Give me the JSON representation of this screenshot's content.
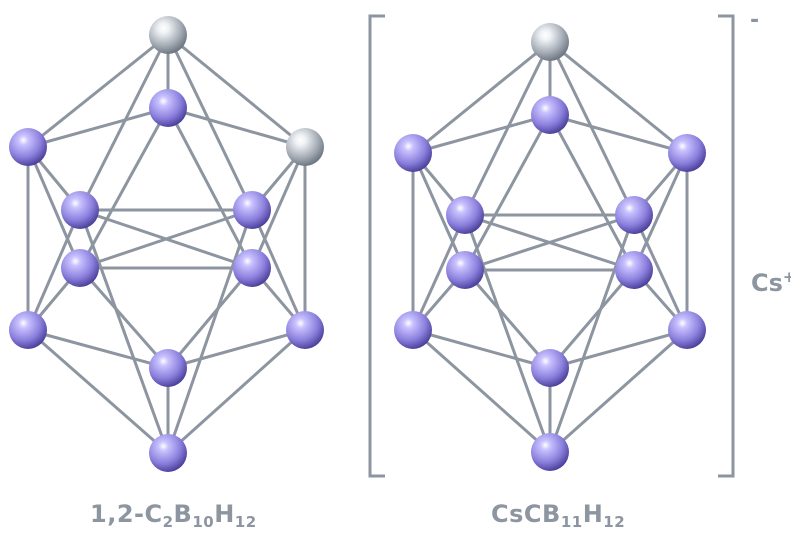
{
  "colors": {
    "bond": "#8c95a0",
    "boron_light": "#c8c2ff",
    "boron_mid": "#8a7fdc",
    "boron_dark": "#4a3f9a",
    "carbon_light": "#eef1f4",
    "carbon_mid": "#a7aeb7",
    "carbon_dark": "#6b7480",
    "text": "#8c95a0"
  },
  "molecules": [
    {
      "id": "carborane",
      "caption": {
        "prefix": "1,2-C",
        "sub1": "2",
        "mid1": "B",
        "sub2": "10",
        "mid2": "H",
        "sub3": "12"
      },
      "atoms": [
        {
          "element": "C"
        },
        {
          "element": "B"
        },
        {
          "element": "B"
        },
        {
          "element": "C"
        },
        {
          "element": "B"
        },
        {
          "element": "B"
        },
        {
          "element": "B"
        },
        {
          "element": "B"
        },
        {
          "element": "B"
        },
        {
          "element": "B"
        },
        {
          "element": "B"
        },
        {
          "element": "B"
        }
      ]
    },
    {
      "id": "carba-closo-dodecaborate",
      "caption": {
        "prefix": "CsCB",
        "sub1": "11",
        "mid1": "H",
        "sub2": "12"
      },
      "charge": "-",
      "counterion": {
        "symbol": "Cs",
        "charge": "+"
      },
      "atoms": [
        {
          "element": "C"
        },
        {
          "element": "B"
        },
        {
          "element": "B"
        },
        {
          "element": "B"
        },
        {
          "element": "B"
        },
        {
          "element": "B"
        },
        {
          "element": "B"
        },
        {
          "element": "B"
        },
        {
          "element": "B"
        },
        {
          "element": "B"
        },
        {
          "element": "B"
        },
        {
          "element": "B"
        }
      ]
    }
  ]
}
